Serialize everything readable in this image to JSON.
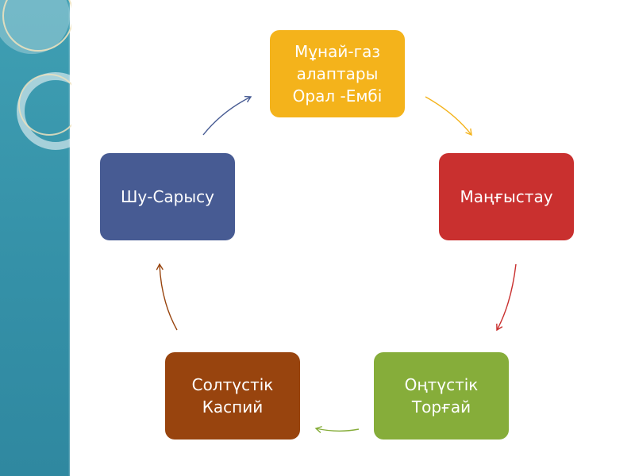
{
  "diagram": {
    "type": "cycle",
    "nodes": [
      {
        "id": "n0",
        "label": "Мұнай-газ\nалаптары\nОрал -Ембі",
        "color": "#f4b31b"
      },
      {
        "id": "n1",
        "label": "Маңғыстау",
        "color": "#c9302f"
      },
      {
        "id": "n2",
        "label": "Оңтүстік\nТорғай",
        "color": "#86ad3a"
      },
      {
        "id": "n3",
        "label": "Солтүстік\nКаспий",
        "color": "#98440e"
      },
      {
        "id": "n4",
        "label": "Шу-Сарысу",
        "color": "#475b93"
      }
    ],
    "edges": [
      {
        "from": "n0",
        "to": "n1",
        "color": "#f4b31b"
      },
      {
        "from": "n1",
        "to": "n2",
        "color": "#c9302f"
      },
      {
        "from": "n2",
        "to": "n3",
        "color": "#86ad3a"
      },
      {
        "from": "n3",
        "to": "n4",
        "color": "#98440e"
      },
      {
        "from": "n4",
        "to": "n0",
        "color": "#475b93"
      }
    ]
  },
  "theme": {
    "side_band_color": "#3591a8",
    "background": "#ffffff"
  }
}
